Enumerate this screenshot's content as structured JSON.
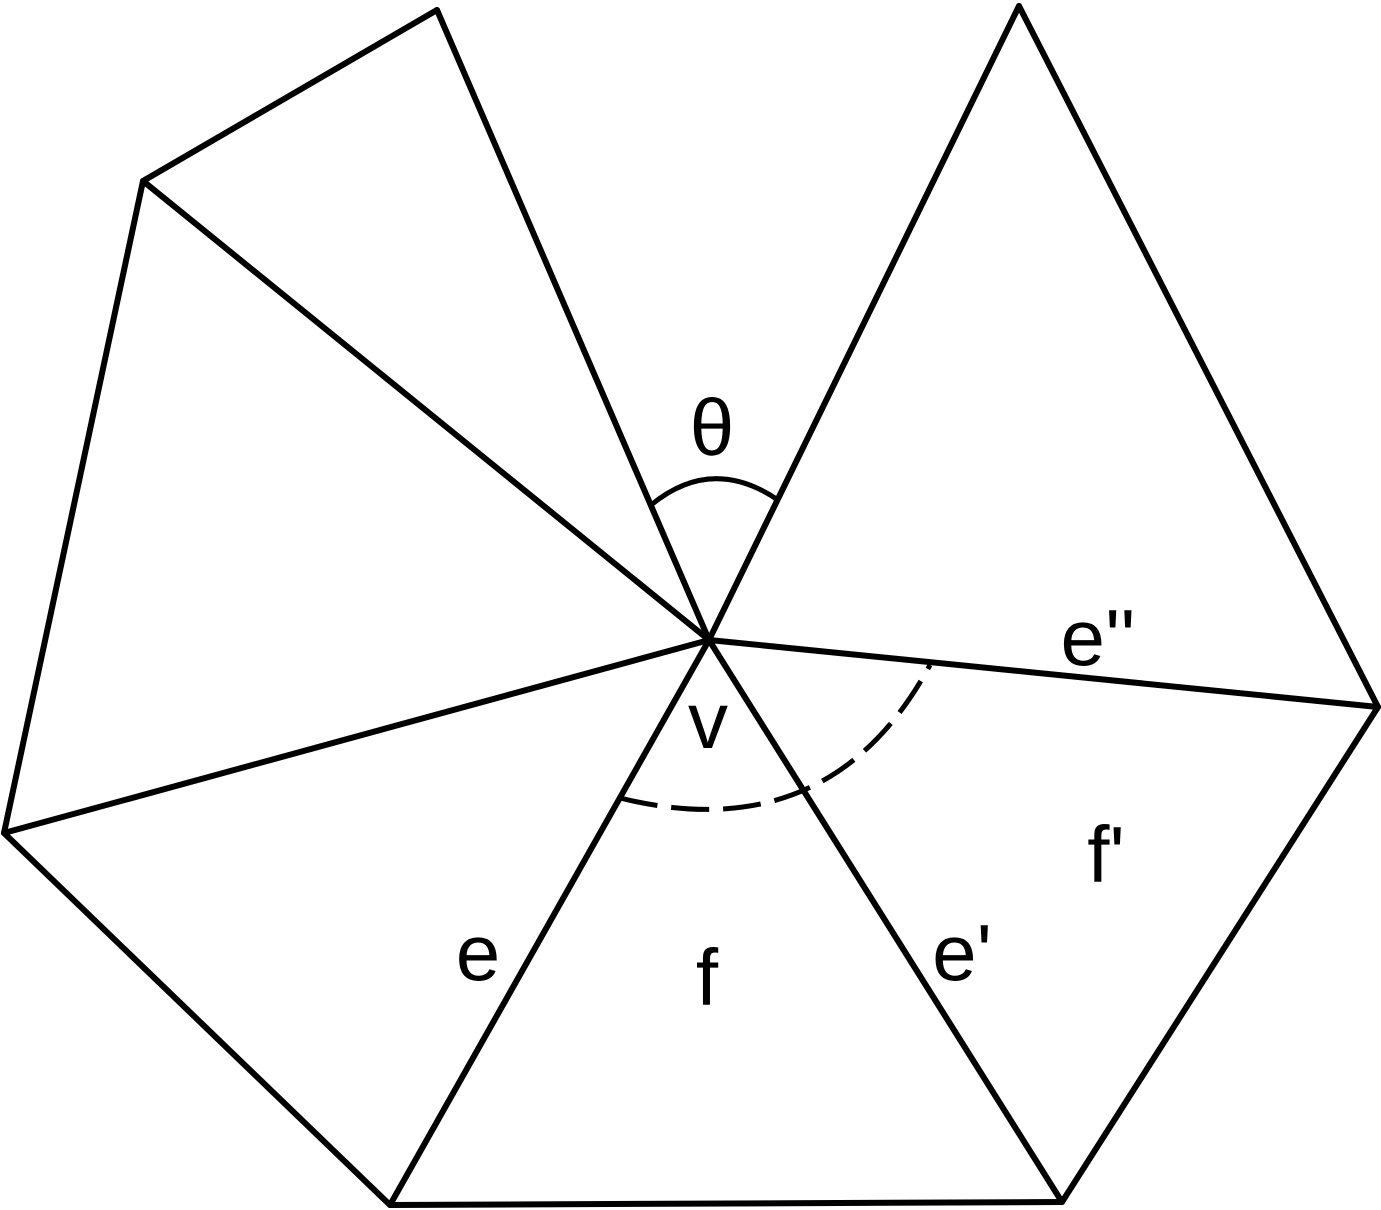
{
  "labels": {
    "theta": "θ",
    "v": "v",
    "e": "e",
    "e_prime": "e'",
    "e_double_prime": "e''",
    "f": "f",
    "f_prime": "f'"
  }
}
